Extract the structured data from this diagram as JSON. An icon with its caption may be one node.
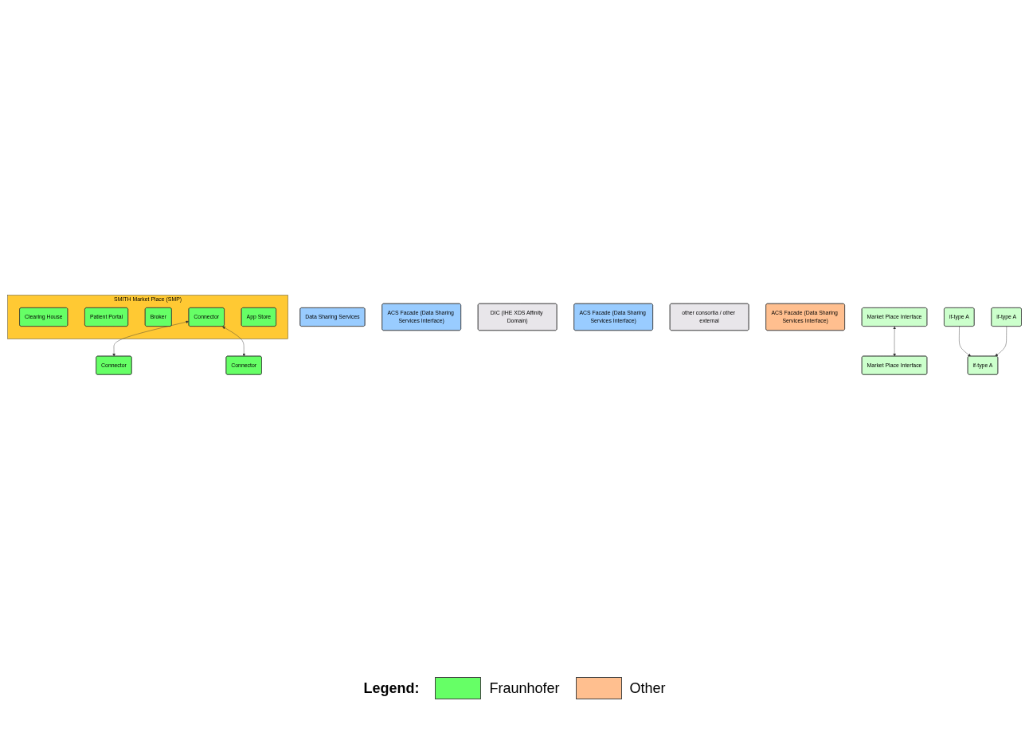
{
  "diagram": {
    "nodes": [
      {
        "text": [
          "SMITH Market Place (SMP)"
        ]
      },
      {
        "text": [
          "Clearing House"
        ],
        "in": 0
      },
      {
        "text": [
          "Patient Portal"
        ],
        "in": 0
      },
      {
        "text": [
          "Broker"
        ],
        "in": 0
      },
      {
        "text": [
          "Connector"
        ],
        "in": 0
      },
      {
        "text": [
          "App Store"
        ],
        "in": 0
      },
      {
        "text": [
          "Market Place Interface"
        ]
      },
      {
        "text": [
          "Market Place Interface"
        ]
      },
      {
        "text": [
          "Data Sharing Services"
        ]
      },
      {
        "text": [
          "ACS Facade (Data Sharing Services Interface)"
        ]
      },
      {
        "text": [
          "if-type A"
        ]
      },
      {
        "text": [
          "Connector"
        ]
      },
      {
        "text": [
          "DIC (IHE XDS Affinity Domain)"
        ]
      },
      {
        "text": [
          "ACS Facade (Data Sharing Services Interface)"
        ]
      },
      {
        "text": [
          "if-type A"
        ]
      },
      {
        "text": [
          "Connector"
        ]
      },
      {
        "text": [
          "other consortia / other external"
        ]
      },
      {
        "text": [
          "if-type A"
        ]
      },
      {
        "text": [
          "ACS Facade (Data Sharing Services Interface)"
        ]
      }
    ],
    "edges": [
      {
        "from": 6,
        "to": 7,
        "arrow": "both"
      },
      {
        "from": 4,
        "to": 11,
        "arrow": "both"
      },
      {
        "from": 4,
        "to": 15,
        "arrow": "both"
      },
      {
        "from": 14,
        "to": 10,
        "arrow": "to"
      },
      {
        "from": 17,
        "to": 10,
        "arrow": "to"
      }
    ],
    "labels": [
      "Legend:"
    ],
    "legend": [
      {
        "text": "Fraunhofer",
        "color": "#66ff66"
      },
      {
        "text": "Other",
        "color": "#ffbf8f"
      }
    ]
  }
}
